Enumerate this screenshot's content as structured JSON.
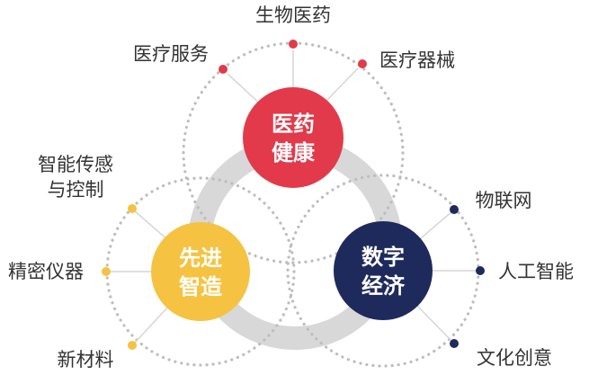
{
  "colors": {
    "health": "#e23a4b",
    "manufacturing": "#f5c341",
    "digital": "#1f2a5c",
    "ring": "#d8d8d8",
    "dots": "#bdbdbd",
    "text": "#333333"
  },
  "hubs": {
    "health": {
      "line1": "医药",
      "line2": "健康"
    },
    "manufacturing": {
      "line1": "先进",
      "line2": "智造"
    },
    "digital": {
      "line1": "数字",
      "line2": "经济"
    }
  },
  "satellites": {
    "biomedicine": "生物医药",
    "medical_services": "医疗服务",
    "medical_devices": "医疗器械",
    "smart_sensing_1": "智能传感",
    "smart_sensing_2": "与控制",
    "precision_instruments": "精密仪器",
    "new_materials": "新材料",
    "iot": "物联网",
    "ai": "人工智能",
    "cultural_creative": "文化创意"
  }
}
